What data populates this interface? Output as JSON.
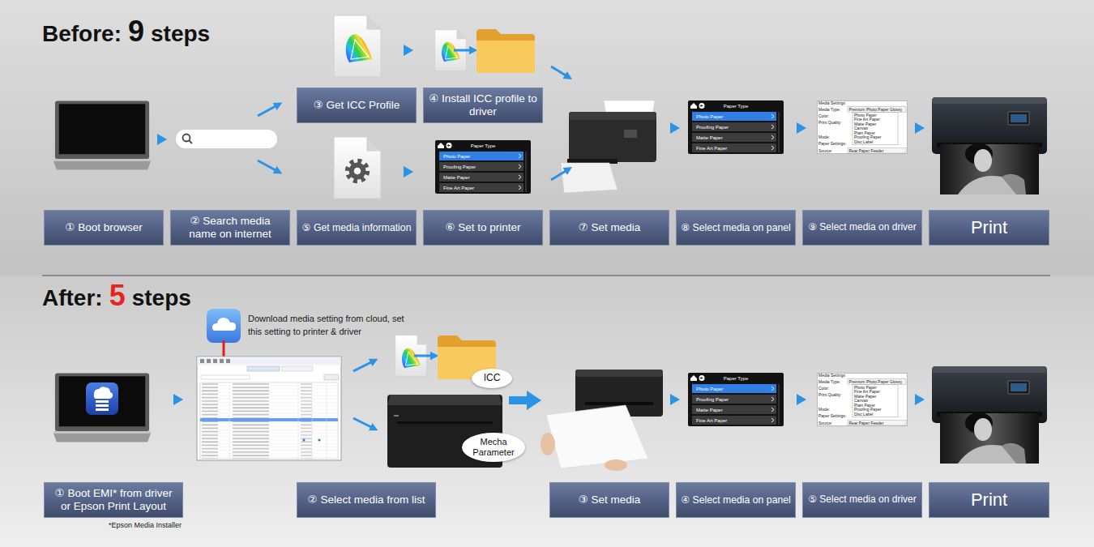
{
  "diagram": {
    "nodes": [
      {
        "text": [
          "① Boot browser"
        ]
      },
      {
        "text": [
          "② Search media name on internet"
        ]
      },
      {
        "text": [
          "③ Get ICC Profile"
        ]
      },
      {
        "text": [
          "④ Install ICC profile to driver"
        ]
      },
      {
        "text": [
          "⑤ Get media information"
        ]
      },
      {
        "text": [
          "⑥ Set to printer"
        ]
      },
      {
        "text": [
          "⑦ Set media"
        ]
      },
      {
        "text": [
          "⑧ Select media on panel"
        ]
      },
      {
        "text": [
          "⑨ Select media on driver"
        ]
      },
      {
        "text": [
          "Print"
        ]
      },
      {
        "text": [
          "① Boot EMI* from driver or Epson Print Layout"
        ]
      },
      {
        "text": [
          "② Select media from list"
        ]
      },
      {
        "text": [
          "ICC"
        ]
      },
      {
        "text": [
          "Mecha Parameter"
        ]
      },
      {
        "text": [
          "③ Set media"
        ]
      },
      {
        "text": [
          "④ Select media on panel"
        ]
      },
      {
        "text": [
          "⑤ Select media on driver"
        ]
      },
      {
        "text": [
          "Print"
        ]
      }
    ],
    "labels": [
      "Before:",
      "9",
      "steps",
      "Paper Type",
      "Photo Paper",
      "Proofing Paper",
      "Matte Paper",
      "Fine Art Paper",
      "Paper Type",
      "Photo Paper",
      "Proofing Paper",
      "Matte Paper",
      "Fine Art Paper",
      "Media Settings",
      "Media Type:",
      "Premium Photo Paper Glossy",
      "Color:",
      "Print Quality:",
      "Photo Paper",
      "Fine Art Paper",
      "Matte Paper",
      "Canvas",
      "Plain Paper",
      "Proofing Paper",
      "Disc Label",
      "Mode:",
      "Paper Settings:",
      "Source:",
      "Rear Paper Feeder",
      "After:",
      "5",
      "steps",
      "Download media setting from cloud, set this setting to printer & driver",
      "Paper Type",
      "Photo Paper",
      "Proofing Paper",
      "Matte Paper",
      "Fine Art Paper",
      "Media Settings",
      "Media Type:",
      "Premium Photo Paper Glossy",
      "Color:",
      "Print Quality:",
      "Photo Paper",
      "Fine Art Paper",
      "Matte Paper",
      "Canvas",
      "Plain Paper",
      "Proofing Paper",
      "Disc Label",
      "Mode:",
      "Paper Settings:",
      "Source:",
      "Rear Paper Feeder",
      "*Epson Media Installer"
    ]
  }
}
